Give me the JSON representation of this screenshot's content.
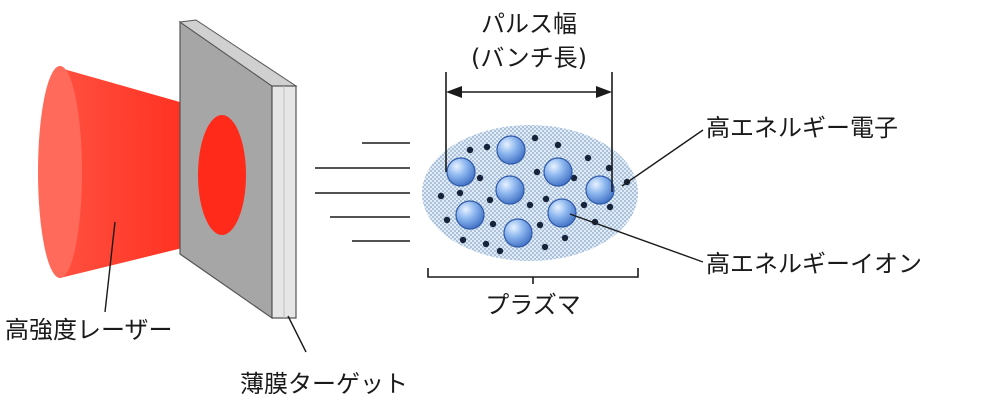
{
  "labels": {
    "pulse_width_line1": "パルス幅",
    "pulse_width_line2": "(バンチ長)",
    "high_energy_electron": "高エネルギー電子",
    "high_energy_ion": "高エネルギーイオン",
    "plasma": "プラズマ",
    "high_intensity_laser": "高強度レーザー",
    "thin_film_target": "薄膜ターゲット"
  },
  "colors": {
    "laser_red": "#ff2a1a",
    "laser_edge": "#ff6a5a",
    "target_gray": "#a6a6a6",
    "target_edge": "#dcdcdc",
    "plasma_cloud": "#c9d9ea",
    "ion_blue": "#6f9fe3",
    "electron_dot": "#16233a",
    "ink": "#1a1a1a"
  },
  "icons": {
    "laser": "laser-cone-icon",
    "target": "thin-film-target-icon",
    "ion": "ion-sphere-icon",
    "electron": "electron-dot-icon"
  }
}
